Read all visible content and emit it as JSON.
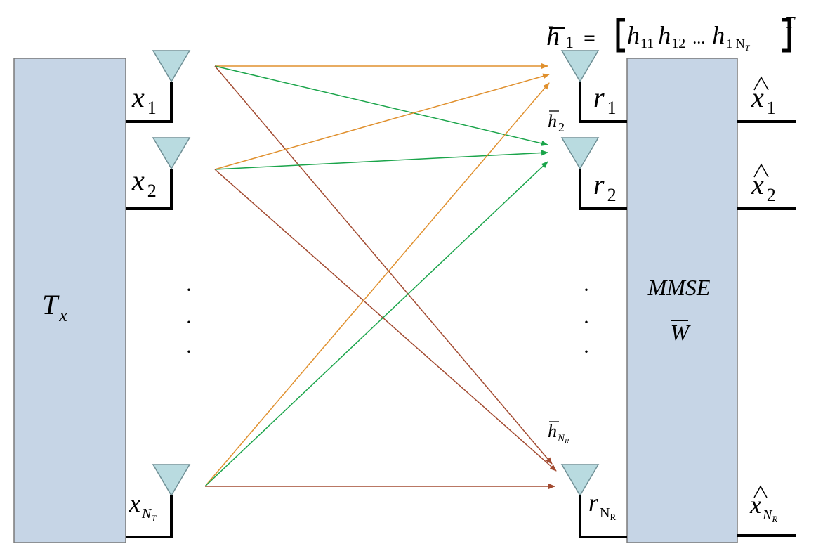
{
  "colors": {
    "block_fill": "#c6d5e6",
    "block_stroke": "#7a7a7a",
    "antenna_fill": "#b9dbe0",
    "antenna_stroke": "#6f8f95",
    "wire": "#000000",
    "orange": "#e0902e",
    "green": "#1aa44a",
    "brown": "#a24a30"
  },
  "tx_block": {
    "label": "T",
    "sub": "x"
  },
  "rx_block": {
    "line1": "MMSE",
    "line2": "W"
  },
  "tx_antennas": [
    {
      "label": "x",
      "sub": "1"
    },
    {
      "label": "x",
      "sub": "2"
    },
    {
      "label": "x",
      "sub": "N",
      "subsub": "T"
    }
  ],
  "rx_antennas": [
    {
      "label": "r",
      "sub": "1"
    },
    {
      "label": "r",
      "sub": "2"
    },
    {
      "label": "r",
      "sub": "N",
      "subsub": "R"
    }
  ],
  "outputs": [
    {
      "label": "x",
      "sub": "1"
    },
    {
      "label": "x",
      "sub": "2"
    },
    {
      "label": "x",
      "sub": "N",
      "subsub": "R"
    }
  ],
  "dots": "·",
  "channel_labels": {
    "h1": {
      "sym": "h",
      "sub": "1"
    },
    "h2": {
      "sym": "h",
      "sub": "2"
    },
    "hNR": {
      "sym": "h",
      "sub": "N",
      "subsub": "R"
    }
  },
  "equation": {
    "lhs_sym": "h",
    "lhs_sub": "1",
    "equals": "=",
    "e1": "h",
    "e1_sub": "11",
    "e2": "h",
    "e2_sub": "12",
    "ellipsis": "...",
    "e3": "h",
    "e3_sub": "1 N",
    "e3_subsub": "T",
    "transpose": "T"
  },
  "links": [
    {
      "from": 0,
      "to": 0,
      "color": "orange"
    },
    {
      "from": 0,
      "to": 1,
      "color": "green"
    },
    {
      "from": 0,
      "to": 2,
      "color": "brown"
    },
    {
      "from": 1,
      "to": 0,
      "color": "orange"
    },
    {
      "from": 1,
      "to": 1,
      "color": "green"
    },
    {
      "from": 1,
      "to": 2,
      "color": "brown"
    },
    {
      "from": 2,
      "to": 0,
      "color": "orange"
    },
    {
      "from": 2,
      "to": 1,
      "color": "green"
    },
    {
      "from": 2,
      "to": 2,
      "color": "brown"
    }
  ]
}
